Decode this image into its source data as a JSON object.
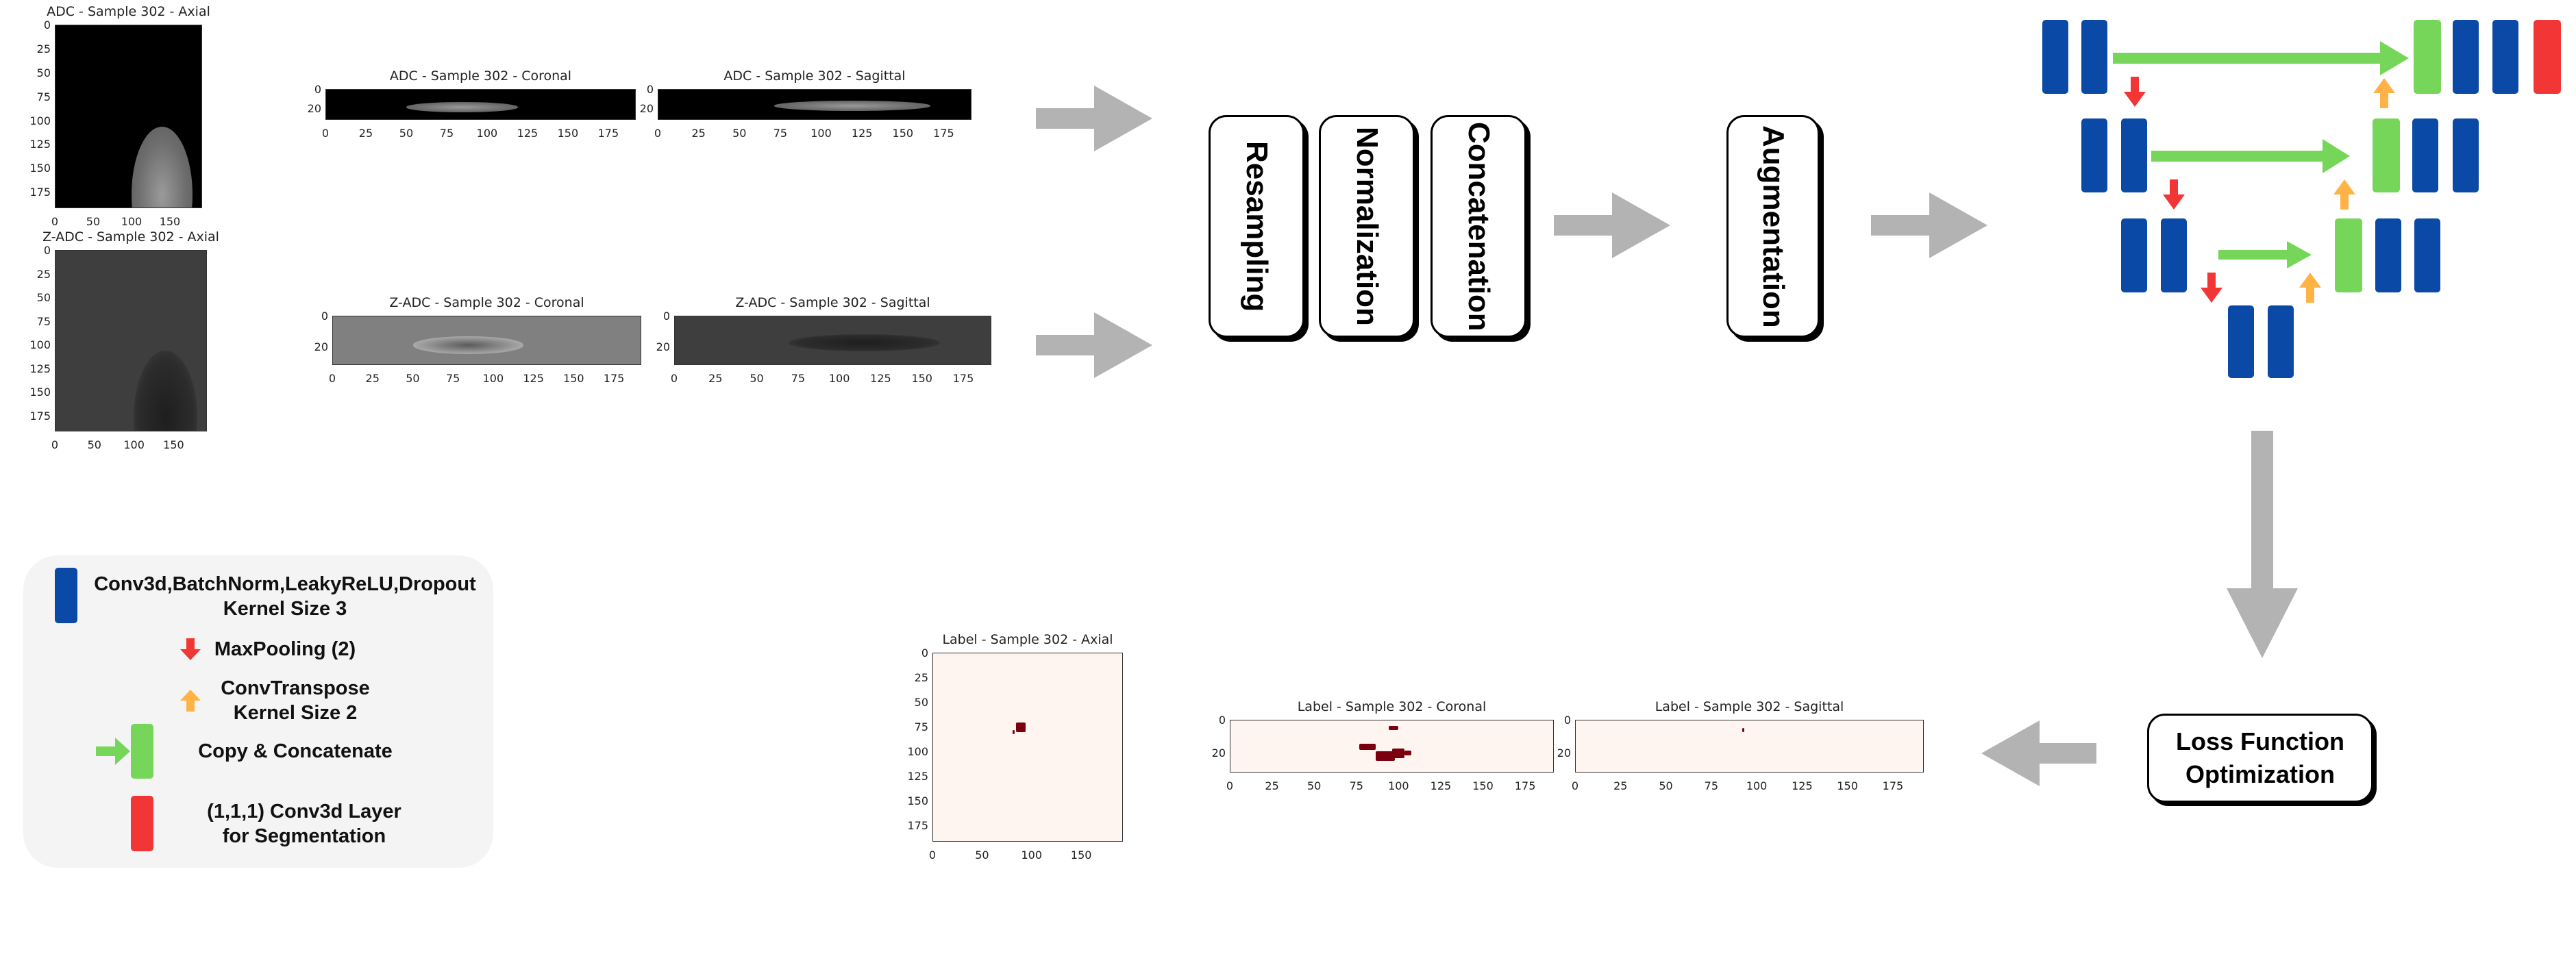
{
  "plots": [
    {
      "id": "adc-axial",
      "title": "ADC - Sample 302 - Axial",
      "yticks": [
        "0",
        "25",
        "50",
        "75",
        "100",
        "125",
        "150",
        "175"
      ],
      "xticks": [
        "0",
        "50",
        "100",
        "150"
      ],
      "style": "adc"
    },
    {
      "id": "zadc-axial",
      "title": "Z-ADC - Sample 302 - Axial",
      "yticks": [
        "0",
        "25",
        "50",
        "75",
        "100",
        "125",
        "150",
        "175"
      ],
      "xticks": [
        "0",
        "50",
        "100",
        "150"
      ],
      "style": "zadc"
    },
    {
      "id": "adc-coronal",
      "title": "ADC - Sample 302 - Coronal",
      "yticks": [
        "0",
        "20"
      ],
      "xticks": [
        "0",
        "25",
        "50",
        "75",
        "100",
        "125",
        "150",
        "175"
      ],
      "style": "adc"
    },
    {
      "id": "adc-sagittal",
      "title": "ADC - Sample 302 - Sagittal",
      "yticks": [
        "0",
        "20"
      ],
      "xticks": [
        "0",
        "25",
        "50",
        "75",
        "100",
        "125",
        "150",
        "175"
      ],
      "style": "adc"
    },
    {
      "id": "zadc-coronal",
      "title": "Z-ADC - Sample 302 - Coronal",
      "yticks": [
        "0",
        "20"
      ],
      "xticks": [
        "0",
        "25",
        "50",
        "75",
        "100",
        "125",
        "150",
        "175"
      ],
      "style": "zadc-light"
    },
    {
      "id": "zadc-sagittal",
      "title": "Z-ADC - Sample 302 - Sagittal",
      "yticks": [
        "0",
        "20"
      ],
      "xticks": [
        "0",
        "25",
        "50",
        "75",
        "100",
        "125",
        "150",
        "175"
      ],
      "style": "zadc"
    },
    {
      "id": "label-axial",
      "title": "Label - Sample 302 - Axial",
      "yticks": [
        "0",
        "25",
        "50",
        "75",
        "100",
        "125",
        "150",
        "175"
      ],
      "xticks": [
        "0",
        "50",
        "100",
        "150"
      ],
      "style": "label"
    },
    {
      "id": "label-coronal",
      "title": "Label - Sample 302 - Coronal",
      "yticks": [
        "0",
        "20"
      ],
      "xticks": [
        "0",
        "25",
        "50",
        "75",
        "100",
        "125",
        "150",
        "175"
      ],
      "style": "label"
    },
    {
      "id": "label-sagittal",
      "title": "Label - Sample 302 - Sagittal",
      "yticks": [
        "0",
        "20"
      ],
      "xticks": [
        "0",
        "25",
        "50",
        "75",
        "100",
        "125",
        "150",
        "175"
      ],
      "style": "label"
    }
  ],
  "steps": {
    "resampling": "Resampling",
    "normalization": "Normalization",
    "concatenation": "Concatenation",
    "augmentation": "Augmentation"
  },
  "loss": {
    "line1": "Loss Function",
    "line2": "Optimization"
  },
  "legend": {
    "conv_line1": "Conv3d,BatchNorm,LeakyReLU,Dropout",
    "conv_line2": "Kernel Size 3",
    "maxpool": "MaxPooling (2)",
    "convt_line1": "ConvTranspose",
    "convt_line2": "Kernel Size 2",
    "copy": "Copy & Concatenate",
    "final_line1": "(1,1,1) Conv3d Layer",
    "final_line2": "for Segmentation"
  },
  "colors": {
    "conv": "#0a4aa6",
    "concat": "#76d65a",
    "final": "#f23535",
    "maxpool": "#f23535",
    "upconv": "#ffb347",
    "flow_arrow": "#b3b3b3"
  }
}
